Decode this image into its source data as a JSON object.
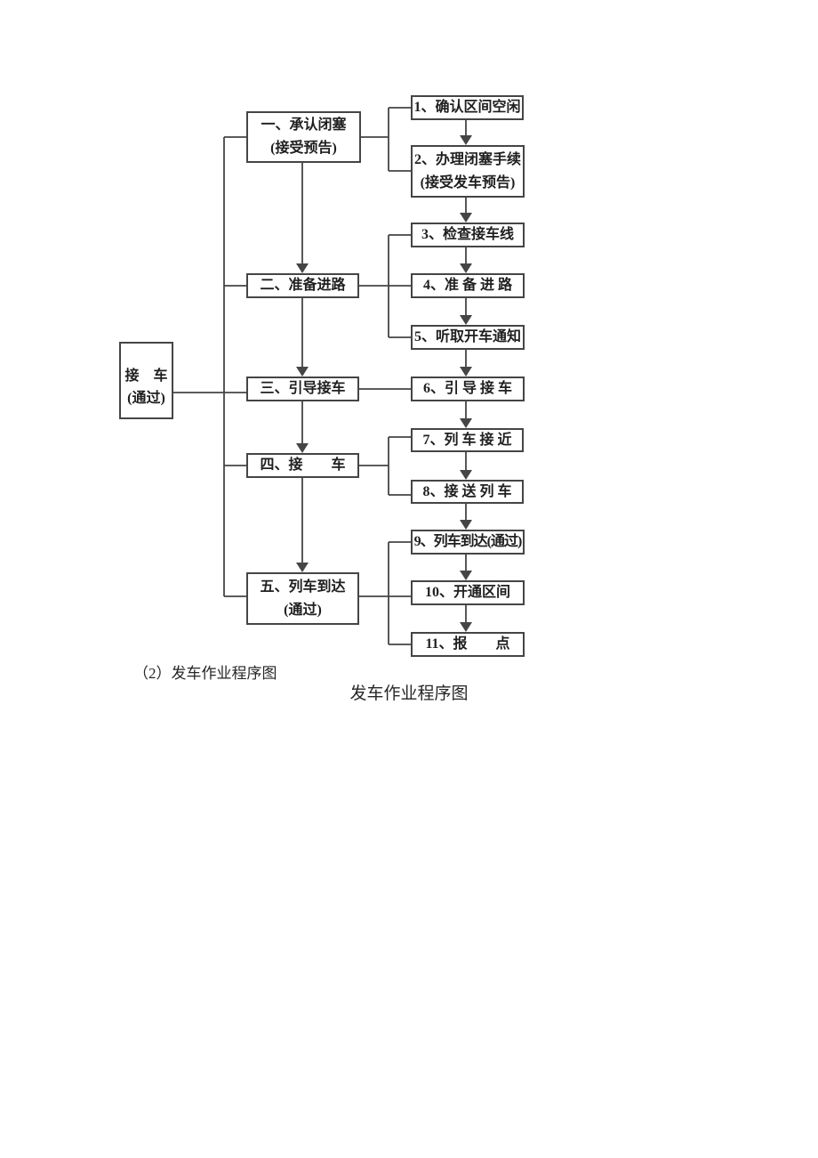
{
  "diagram": {
    "left_box": {
      "lines": [
        "接　车",
        "(通过)"
      ]
    },
    "stage_boxes": [
      {
        "lines": [
          "一、承认闭塞",
          "(接受预告)"
        ]
      },
      {
        "lines": [
          "二、准备进路"
        ]
      },
      {
        "lines": [
          "三、引导接车"
        ]
      },
      {
        "lines": [
          "四、接　　车"
        ]
      },
      {
        "lines": [
          "五、列车到达",
          "(通过)"
        ]
      }
    ],
    "step_boxes": [
      {
        "lines": [
          "1、确认区间空闲"
        ]
      },
      {
        "lines": [
          "2、办理闭塞手续",
          "(接受发车预告)"
        ]
      },
      {
        "lines": [
          "3、检查接车线"
        ]
      },
      {
        "lines": [
          "4、准 备 进 路"
        ]
      },
      {
        "lines": [
          "5、听取开车通知"
        ]
      },
      {
        "lines": [
          "6、引 导 接 车"
        ]
      },
      {
        "lines": [
          "7、列 车 接 近"
        ]
      },
      {
        "lines": [
          "8、接 送 列 车"
        ]
      },
      {
        "lines": [
          "9、列车到达(通过)"
        ]
      },
      {
        "lines": [
          "10、开通区间"
        ]
      },
      {
        "lines": [
          "11、报　　点"
        ]
      }
    ],
    "colors": {
      "line": "#454545",
      "text": "#1f1f1f",
      "box_background": "#ffffff",
      "page_background": "#ffffff"
    }
  },
  "captions": {
    "list_item": "（2）发车作业程序图",
    "figure_title": "发车作业程序图"
  }
}
